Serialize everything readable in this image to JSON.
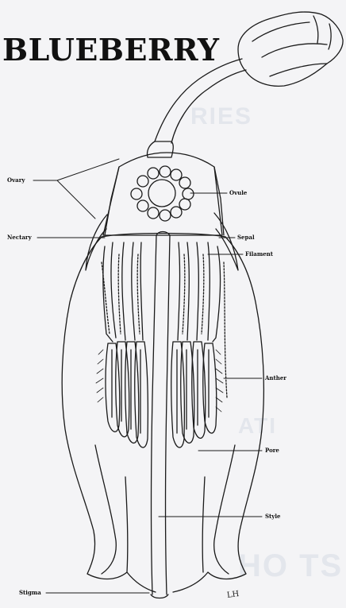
{
  "title": "BLUEBERRY",
  "labels": {
    "ovary": "Ovary",
    "ovule": "Ovule",
    "nectary": "Nectary",
    "sepal": "Sepal",
    "filament": "Filament",
    "anther": "Anther",
    "pore": "Pore",
    "style": "Style",
    "stigma": "Stigma"
  },
  "signature": "LH"
}
